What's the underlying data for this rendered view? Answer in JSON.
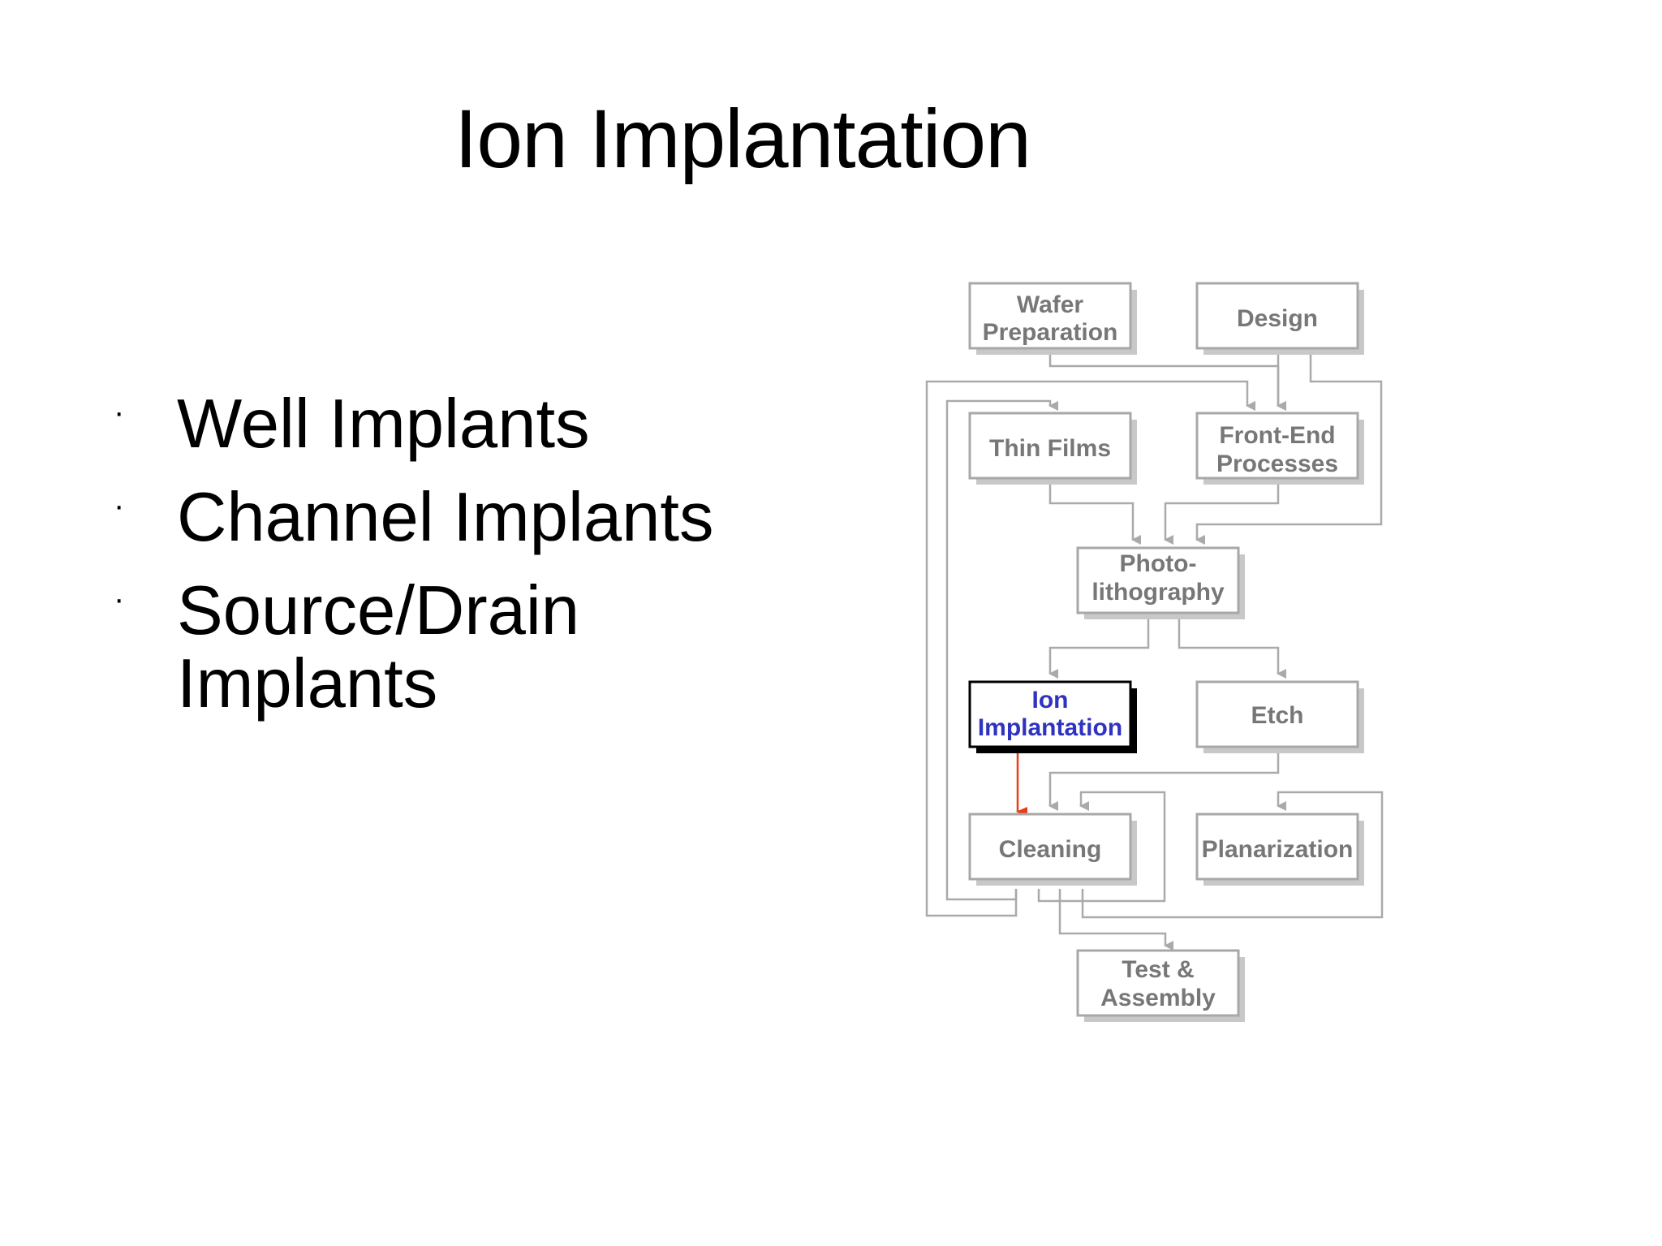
{
  "slide": {
    "title": "Ion Implantation",
    "bullets": [
      {
        "marker": "·",
        "text": "Well Implants"
      },
      {
        "marker": "·",
        "text": "Channel Implants"
      },
      {
        "marker": "·",
        "text": "Source/Drain Implants"
      }
    ]
  },
  "diagram": {
    "nodes": {
      "wafer": {
        "line1": "Wafer",
        "line2": "Preparation"
      },
      "design": {
        "line1": "Design"
      },
      "thin_films": {
        "line1": "Thin Films"
      },
      "front_end": {
        "line1": "Front-End",
        "line2": "Processes"
      },
      "photo": {
        "line1": "Photo-",
        "line2": "lithography"
      },
      "ion": {
        "line1": "Ion",
        "line2": "Implantation"
      },
      "etch": {
        "line1": "Etch"
      },
      "cleaning": {
        "line1": "Cleaning"
      },
      "planarization": {
        "line1": "Planarization"
      },
      "test": {
        "line1": "Test &",
        "line2": "Assembly"
      }
    },
    "active_node": "Ion Implantation"
  },
  "colors": {
    "box_border": "#a8a8a8",
    "box_shadow": "#c8c8c8",
    "box_text": "#777777",
    "active_text": "#2f33c0",
    "active_arrow": "#ee3a16"
  }
}
